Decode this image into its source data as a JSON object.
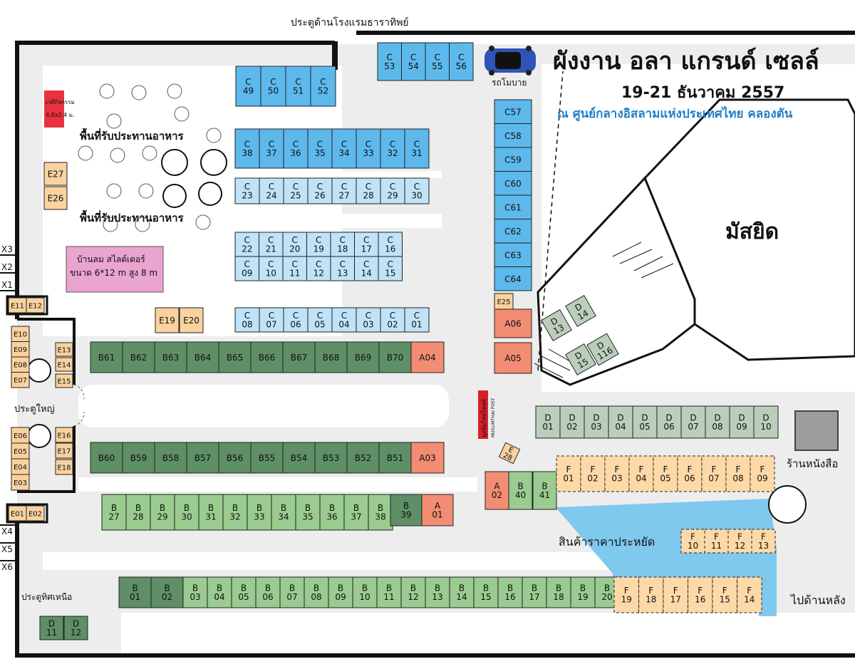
{
  "header": {
    "title": "ผังงาน อลา แกรนด์ เซลล์",
    "dates": "19-21 ธันวาคม 2557",
    "venue": "ณ ศูนย์กลางอิสลามแห่งประเทศไทย คลองตัน"
  },
  "labels": {
    "gate_hotel": "ประตูด้านโรงแรมธาราทิพย์",
    "mosque": "มัสยิด",
    "stage": "เวทีกิจกรรม",
    "stage_size": "4.8x2.4 ม.",
    "food_area_1": "พื้นที่รับประทานอาหาร",
    "food_area_2": "พื้นที่รับประทานอาหาร",
    "slider_line1": "บ้านลม สไลด์เดอร์",
    "slider_line2": "ขนาด 6*12 m สูง 8 m",
    "main_gate": "ประตูใหญ่",
    "north_gate": "ประตูทิศเหนือ",
    "promo_car": "รถโมบาย",
    "bookstore": "ร้านหนังสือ",
    "economy_goods": "สินค้าราคาประหยัด",
    "to_back": "ไปด้านหลัง",
    "sponsor_line1": "มุสลิมไทยโพสต์",
    "sponsor_line2": "MUSLIMTHAI POST"
  },
  "exits": [
    "X3",
    "X2",
    "X1",
    "X4",
    "X5",
    "X6"
  ],
  "colors": {
    "C_dark": "#5DB8EC",
    "C_light": "#BFE3F7",
    "B_dark": "#5E8F66",
    "B_light": "#9ACB90",
    "A": "#F28D74",
    "E": "#F9D29F",
    "F": "#FCD9A6",
    "D": "#BBCEBC",
    "stage": "#E8323E",
    "slider": "#E9A4D0",
    "economy_area": "#7FC8EE",
    "floor": "#EDEDED"
  },
  "booths": {
    "c_top": [
      [
        "C",
        "53"
      ],
      [
        "C",
        "54"
      ],
      [
        "C",
        "55"
      ],
      [
        "C",
        "56"
      ]
    ],
    "c_top2": [
      [
        "C",
        "49"
      ],
      [
        "C",
        "50"
      ],
      [
        "C",
        "51"
      ],
      [
        "C",
        "52"
      ]
    ],
    "c_row_38": [
      [
        "C",
        "38"
      ],
      [
        "C",
        "37"
      ],
      [
        "C",
        "36"
      ],
      [
        "C",
        "35"
      ],
      [
        "C",
        "34"
      ],
      [
        "C",
        "33"
      ],
      [
        "C",
        "32"
      ],
      [
        "C",
        "31"
      ]
    ],
    "c_row_23": [
      [
        "C",
        "23"
      ],
      [
        "C",
        "24"
      ],
      [
        "C",
        "25"
      ],
      [
        "C",
        "26"
      ],
      [
        "C",
        "27"
      ],
      [
        "C",
        "28"
      ],
      [
        "C",
        "29"
      ],
      [
        "C",
        "30"
      ]
    ],
    "c_row_22": [
      [
        "C",
        "22"
      ],
      [
        "C",
        "21"
      ],
      [
        "C",
        "20"
      ],
      [
        "C",
        "19"
      ],
      [
        "C",
        "18"
      ],
      [
        "C",
        "17"
      ],
      [
        "C",
        "16"
      ]
    ],
    "c_row_09": [
      [
        "C",
        "09"
      ],
      [
        "C",
        "10"
      ],
      [
        "C",
        "11"
      ],
      [
        "C",
        "12"
      ],
      [
        "C",
        "13"
      ],
      [
        "C",
        "14"
      ],
      [
        "C",
        "15"
      ]
    ],
    "c_row_08": [
      [
        "C",
        "08"
      ],
      [
        "C",
        "07"
      ],
      [
        "C",
        "06"
      ],
      [
        "C",
        "05"
      ],
      [
        "C",
        "04"
      ],
      [
        "C",
        "03"
      ],
      [
        "C",
        "02"
      ],
      [
        "C",
        "01"
      ]
    ],
    "c_col": [
      "C57",
      "C58",
      "C59",
      "C60",
      "C61",
      "C62",
      "C63",
      "C64"
    ],
    "b_row_61": [
      "B61",
      "B62",
      "B63",
      "B64",
      "B65",
      "B66",
      "B67",
      "B68",
      "B69",
      "B70"
    ],
    "a04": "A04",
    "b_row_60": [
      "B60",
      "B59",
      "B58",
      "B57",
      "B56",
      "B55",
      "B54",
      "B53",
      "B52",
      "B51"
    ],
    "a03": "A03",
    "b_row_27": [
      [
        "B",
        "27"
      ],
      [
        "B",
        "28"
      ],
      [
        "B",
        "29"
      ],
      [
        "B",
        "30"
      ],
      [
        "B",
        "31"
      ],
      [
        "B",
        "32"
      ],
      [
        "B",
        "33"
      ],
      [
        "B",
        "34"
      ],
      [
        "B",
        "35"
      ],
      [
        "B",
        "36"
      ],
      [
        "B",
        "37"
      ],
      [
        "B",
        "38"
      ]
    ],
    "b39": [
      "B",
      "39"
    ],
    "a01": [
      "A",
      "01"
    ],
    "b_row_01_dark": [
      [
        "B",
        "01"
      ],
      [
        "B",
        "02"
      ]
    ],
    "b_row_03": [
      [
        "B",
        "03"
      ],
      [
        "B",
        "04"
      ],
      [
        "B",
        "05"
      ],
      [
        "B",
        "06"
      ],
      [
        "B",
        "07"
      ],
      [
        "B",
        "08"
      ],
      [
        "B",
        "09"
      ],
      [
        "B",
        "10"
      ],
      [
        "B",
        "11"
      ],
      [
        "B",
        "12"
      ],
      [
        "B",
        "13"
      ],
      [
        "B",
        "14"
      ],
      [
        "B",
        "15"
      ],
      [
        "B",
        "16"
      ],
      [
        "B",
        "17"
      ],
      [
        "B",
        "18"
      ],
      [
        "B",
        "19"
      ],
      [
        "B",
        "20"
      ]
    ],
    "f_row_19": [
      [
        "F",
        "19"
      ],
      [
        "F",
        "18"
      ],
      [
        "F",
        "17"
      ],
      [
        "F",
        "16"
      ],
      [
        "F",
        "15"
      ],
      [
        "F",
        "14"
      ]
    ],
    "f_row_01": [
      [
        "F",
        "01"
      ],
      [
        "F",
        "02"
      ],
      [
        "F",
        "03"
      ],
      [
        "F",
        "04"
      ],
      [
        "F",
        "05"
      ],
      [
        "F",
        "06"
      ],
      [
        "F",
        "07"
      ],
      [
        "F",
        "08"
      ],
      [
        "F",
        "09"
      ]
    ],
    "f_row_10": [
      [
        "F",
        "10"
      ],
      [
        "F",
        "11"
      ],
      [
        "F",
        "12"
      ],
      [
        "F",
        "13"
      ]
    ],
    "a02": [
      "A",
      "02"
    ],
    "b40": [
      "B",
      "40"
    ],
    "b41": [
      "B",
      "41"
    ],
    "d_row": [
      [
        "D",
        "01"
      ],
      [
        "D",
        "02"
      ],
      [
        "D",
        "03"
      ],
      [
        "D",
        "04"
      ],
      [
        "D",
        "05"
      ],
      [
        "D",
        "06"
      ],
      [
        "D",
        "07"
      ],
      [
        "D",
        "08"
      ],
      [
        "D",
        "09"
      ],
      [
        "D",
        "10"
      ]
    ],
    "d_13": [
      "D",
      "13"
    ],
    "d_14": [
      "D",
      "14"
    ],
    "d_15": [
      "D",
      "15"
    ],
    "d_116": [
      "D",
      "116"
    ],
    "d_11": [
      "D",
      "11"
    ],
    "d_12": [
      "D",
      "12"
    ],
    "e_28": [
      "E",
      "28"
    ],
    "a06": "A06",
    "a05": "A05",
    "e25": "E25",
    "e27": "E27",
    "e26": "E26",
    "e19": "E19",
    "e20": "E20",
    "e11": "E11",
    "e12": "E12",
    "e_left_col": [
      "E10",
      "E09",
      "E08",
      "E07"
    ],
    "e13": "E13",
    "e14": "E14",
    "e15": "E15",
    "e_left_col2": [
      "E06",
      "E05",
      "E04",
      "E03"
    ],
    "e16": "E16",
    "e17": "E17",
    "e18": "E18",
    "e01": "E01",
    "e02": "E02"
  }
}
